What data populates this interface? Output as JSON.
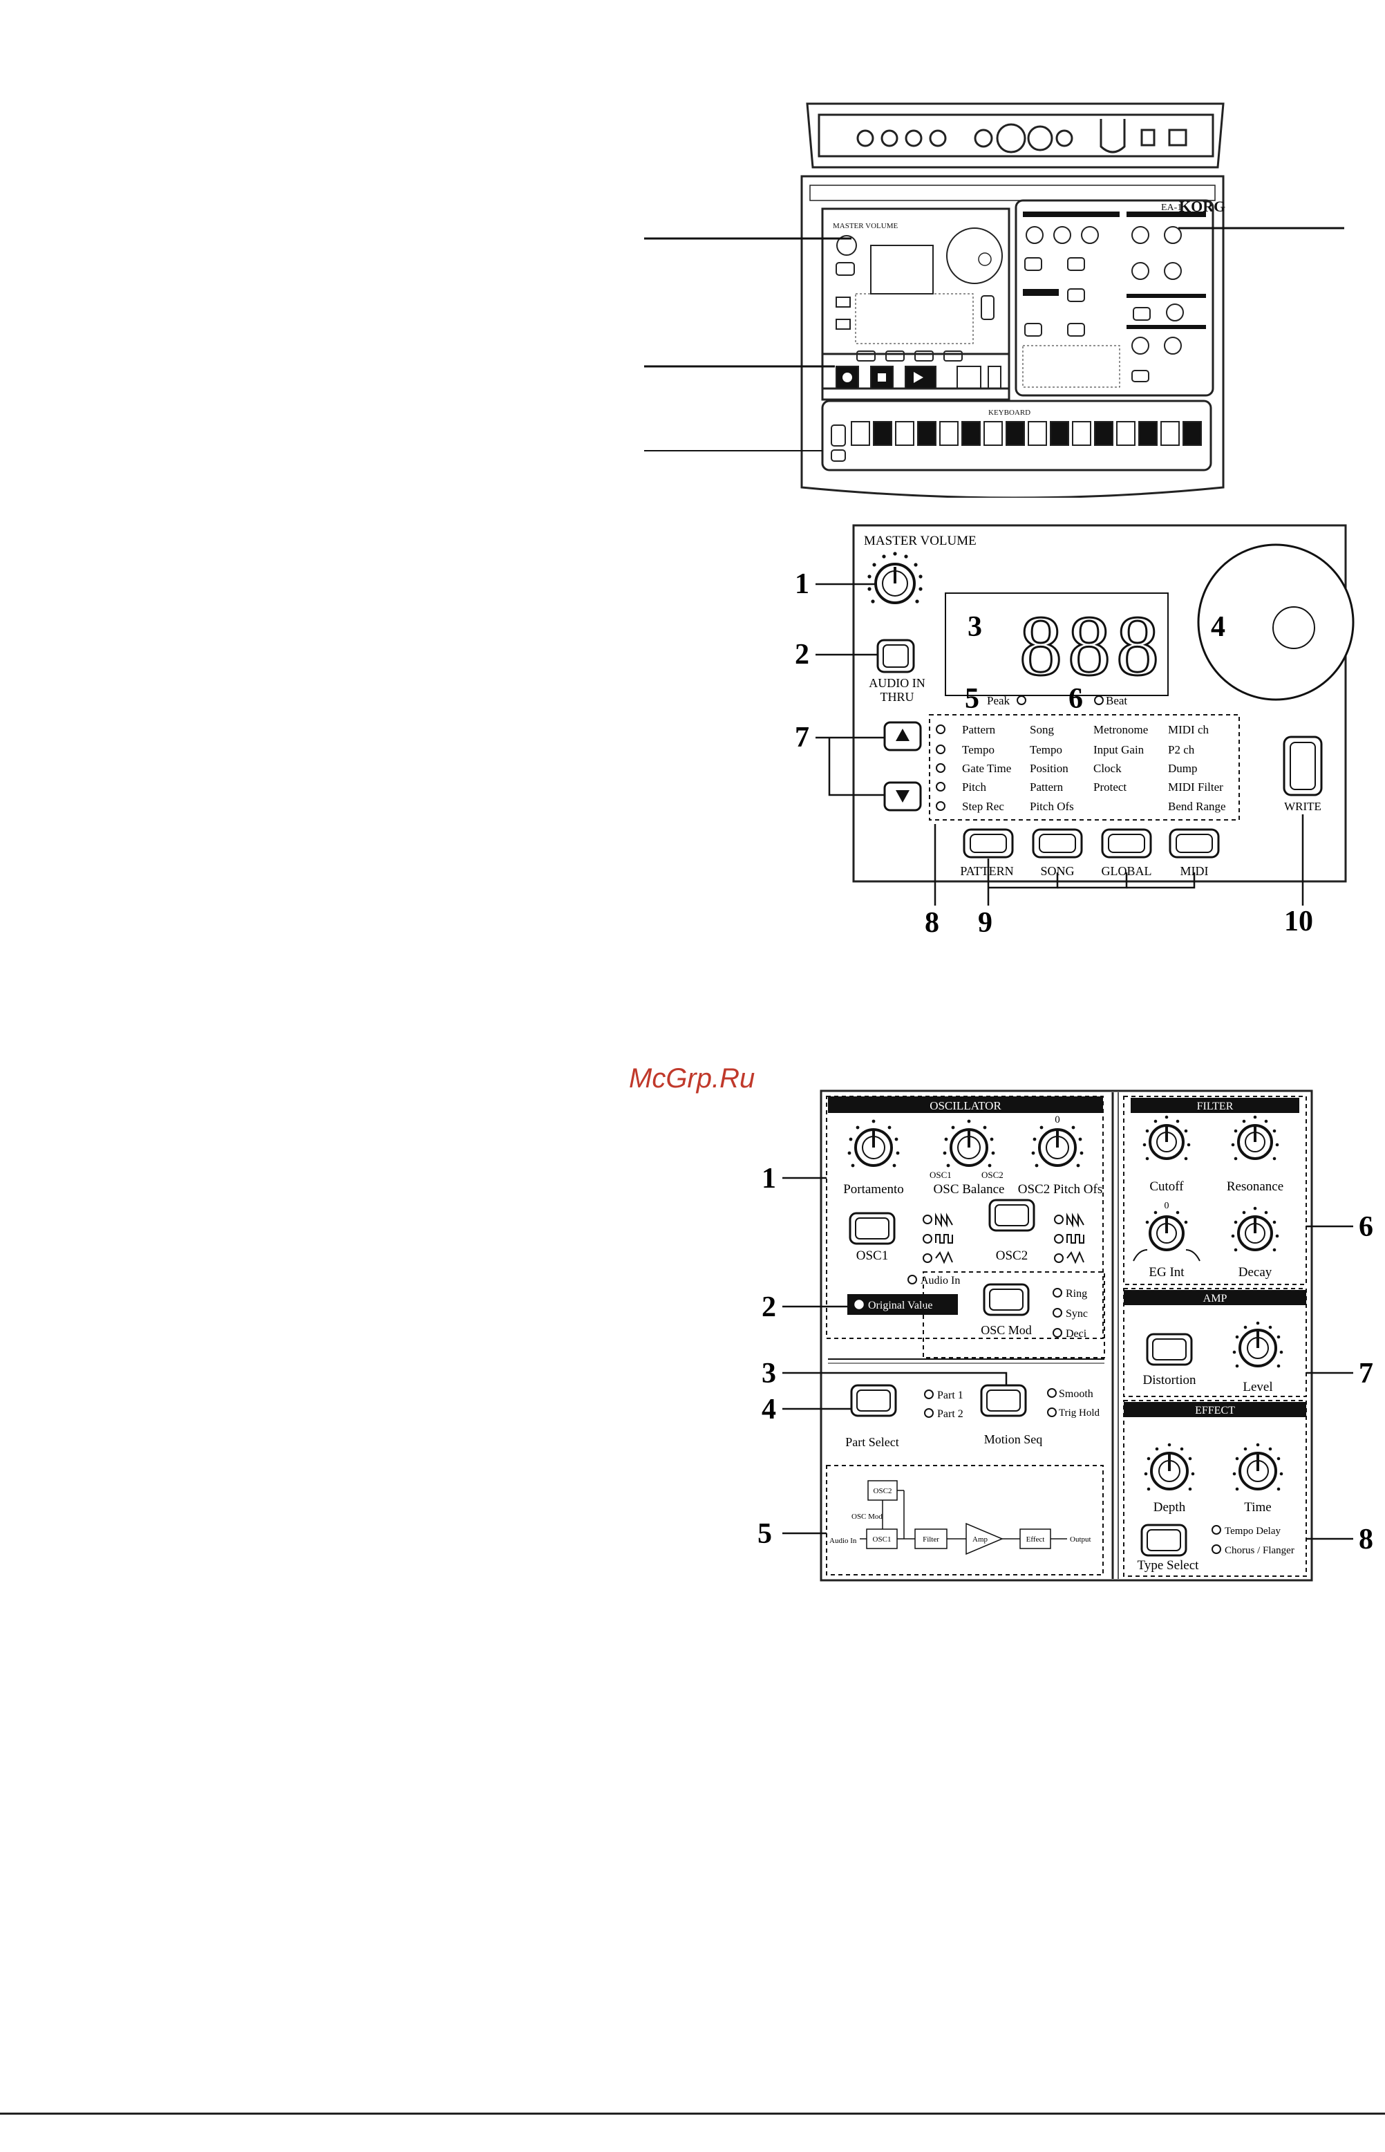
{
  "watermark": "McGrp.Ru",
  "overview": {
    "brand": "KORG",
    "model": "EA-1",
    "master_volume": "MASTER VOLUME",
    "keyboard": "KEYBOARD"
  },
  "panel1": {
    "title": "MASTER VOLUME",
    "audio_in_thru": [
      "AUDIO IN",
      "THRU"
    ],
    "display": "888",
    "peak": "Peak",
    "beat": "Beat",
    "param_table": [
      [
        "Pattern",
        "Song",
        "Metronome",
        "MIDI ch"
      ],
      [
        "Tempo",
        "Tempo",
        "Input Gain",
        "P2 ch"
      ],
      [
        "Gate Time",
        "Position",
        "Clock",
        "Dump"
      ],
      [
        "Pitch",
        "Pattern",
        "Protect",
        "MIDI Filter"
      ],
      [
        "Step Rec",
        "Pitch Ofs",
        "",
        "Bend Range"
      ]
    ],
    "mode_buttons": [
      "PATTERN",
      "SONG",
      "GLOBAL",
      "MIDI"
    ],
    "write": "WRITE",
    "callouts": [
      "1",
      "2",
      "3",
      "4",
      "5",
      "6",
      "7",
      "8",
      "9",
      "10"
    ]
  },
  "panel2": {
    "oscillator": "OSCILLATOR",
    "knobs": [
      "Portamento",
      "OSC Balance",
      "OSC2 Pitch Ofs"
    ],
    "osc1_small": "OSC1",
    "osc2_small": "OSC2",
    "pitch_zero": "0",
    "osc1": "OSC1",
    "osc2": "OSC2",
    "audio_in": "Audio In",
    "original_value": "Original Value",
    "osc_mod": "OSC Mod",
    "mod_types": [
      "Ring",
      "Sync",
      "Deci"
    ],
    "part_select": "Part Select",
    "parts": [
      "Part 1",
      "Part 2"
    ],
    "motion_seq": "Motion Seq",
    "motion_types": [
      "Smooth",
      "Trig Hold"
    ],
    "filter": "FILTER",
    "filter_knobs": [
      "Cutoff",
      "Resonance",
      "EG Int",
      "Decay"
    ],
    "amp": "AMP",
    "distortion": "Distortion",
    "level": "Level",
    "effect": "EFFECT",
    "effect_knobs": [
      "Depth",
      "Time"
    ],
    "type_select": "Type Select",
    "effect_types": [
      "Tempo Delay",
      "Chorus / Flanger"
    ],
    "diagram": [
      "OSC2",
      "OSC Mod",
      "Audio In",
      "OSC1",
      "Filter",
      "Amp",
      "Effect",
      "Output"
    ],
    "callouts_left": [
      "1",
      "2",
      "3",
      "4",
      "5"
    ],
    "callouts_right": [
      "6",
      "7",
      "8"
    ]
  }
}
